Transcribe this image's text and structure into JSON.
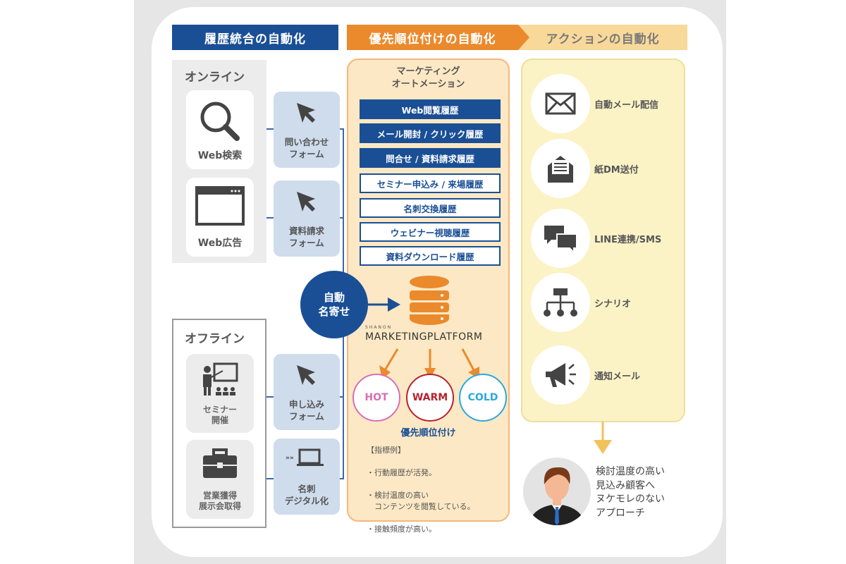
{
  "headers": {
    "integration": "履歴統合の自動化",
    "prioritization": "優先順位付けの自動化",
    "action": "アクションの自動化"
  },
  "online": {
    "title": "オンライン",
    "sources": [
      "Web検索",
      "Web広告"
    ],
    "forms": [
      "問い合わせ\nフォーム",
      "資料請求\nフォーム"
    ]
  },
  "offline": {
    "title": "オフライン",
    "sources": [
      "セミナー\n開催",
      "営業獲得\n展示会取得"
    ],
    "forms": [
      "申し込み\nフォーム",
      "名刺\nデジタル化"
    ]
  },
  "merge": "自動\n名寄せ",
  "ma": {
    "title": "マーケティング\nオートメーション",
    "histories": [
      "Web閲覧履歴",
      "メール開封 / クリック履歴",
      "問合せ / 資料請求履歴",
      "セミナー申込み / 来場履歴",
      "名刺交換履歴",
      "ウェビナー視聴履歴",
      "資料ダウンロード履歴"
    ],
    "logo_small": "SHANON",
    "logo": "MARKETINGPLATFORM",
    "temps": [
      "HOT",
      "WARM",
      "COLD"
    ],
    "priority_label": "優先順位付け",
    "indicator_title": "【指標例】",
    "indicators": [
      "・行動履歴が活発。",
      "・検討温度の高い\n　コンテンツを閲覧している。",
      "・接触頻度が高い。"
    ]
  },
  "actions": [
    "自動メール配信",
    "紙DM送付",
    "LINE連携/SMS",
    "シナリオ",
    "通知メール"
  ],
  "result": "検討温度の高い\n見込み顧客へ\nヌケモレのない\nアプローチ",
  "colors": {
    "blue": "#1a4f96",
    "orange": "#ea8a2c",
    "hot": "#d66fb4",
    "warm": "#b5232e",
    "cold": "#2aa8df"
  }
}
